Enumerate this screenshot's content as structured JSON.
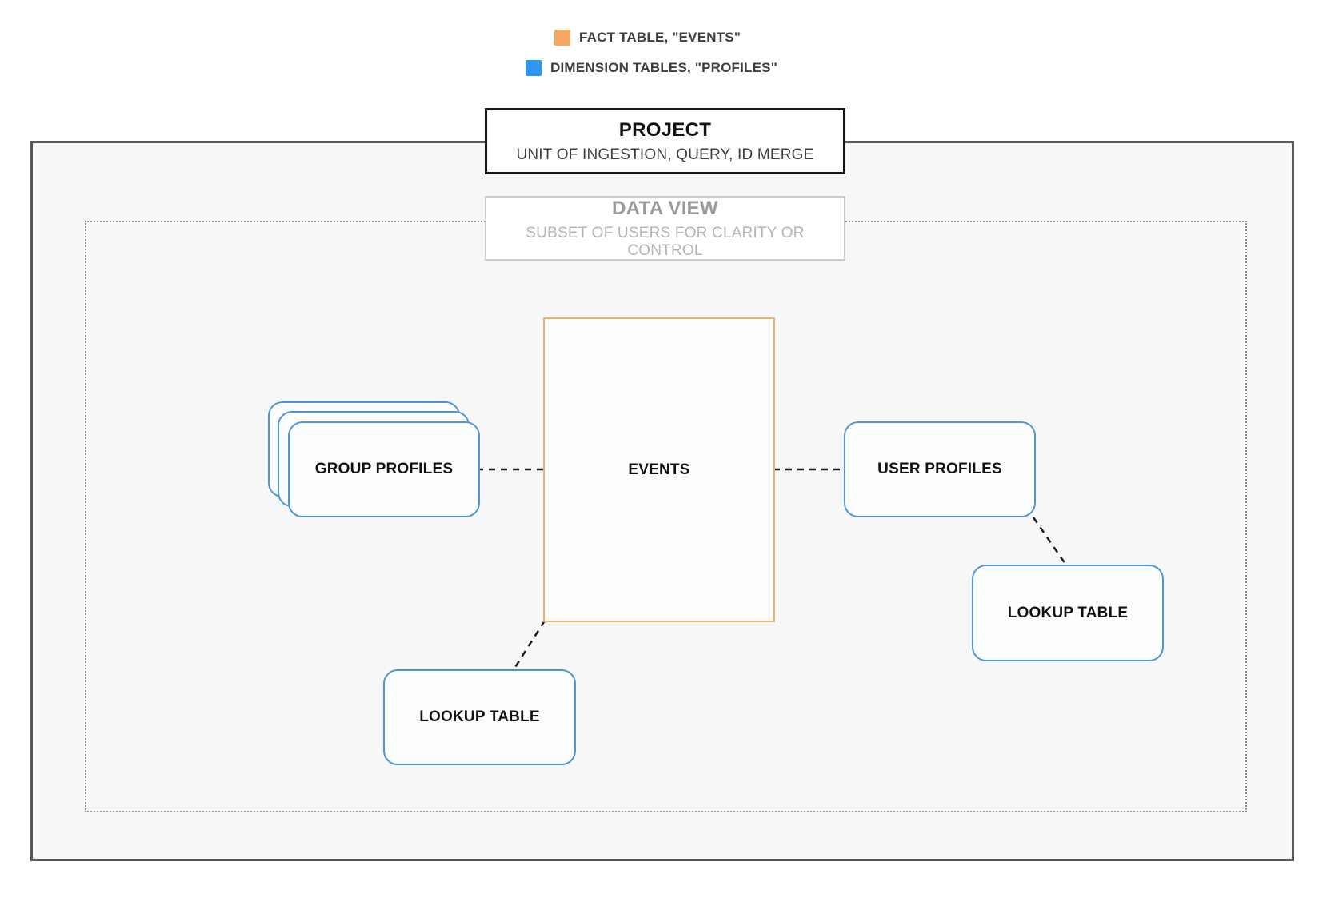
{
  "legend": {
    "fact": {
      "label": "FACT TABLE, \"EVENTS\"",
      "swatch_color": "#F5A95E"
    },
    "dimension": {
      "label": "DIMENSION TABLES, \"PROFILES\"",
      "swatch_color": "#2E97F2"
    }
  },
  "project_box": {
    "title": "PROJECT",
    "subtitle": "UNIT OF INGESTION, QUERY, ID MERGE"
  },
  "data_view_box": {
    "title": "DATA VIEW",
    "subtitle": "SUBSET OF USERS FOR CLARITY OR CONTROL"
  },
  "nodes": {
    "events": {
      "label": "EVENTS",
      "role": "fact table"
    },
    "group_profiles": {
      "label": "GROUP PROFILES",
      "role": "dimension table stack"
    },
    "user_profiles": {
      "label": "USER PROFILES",
      "role": "dimension table"
    },
    "lookup_table_left": {
      "label": "LOOKUP TABLE",
      "role": "dimension table"
    },
    "lookup_table_right": {
      "label": "LOOKUP TABLE",
      "role": "dimension table"
    }
  },
  "colors": {
    "fact_swatch": "#F5A95E",
    "dimension_swatch": "#2E97F2",
    "fact_border": "#E6B473",
    "dimension_border": "#4E94D8",
    "outer_boundary_border": "#55565A",
    "connector": "#1C1C1C"
  }
}
